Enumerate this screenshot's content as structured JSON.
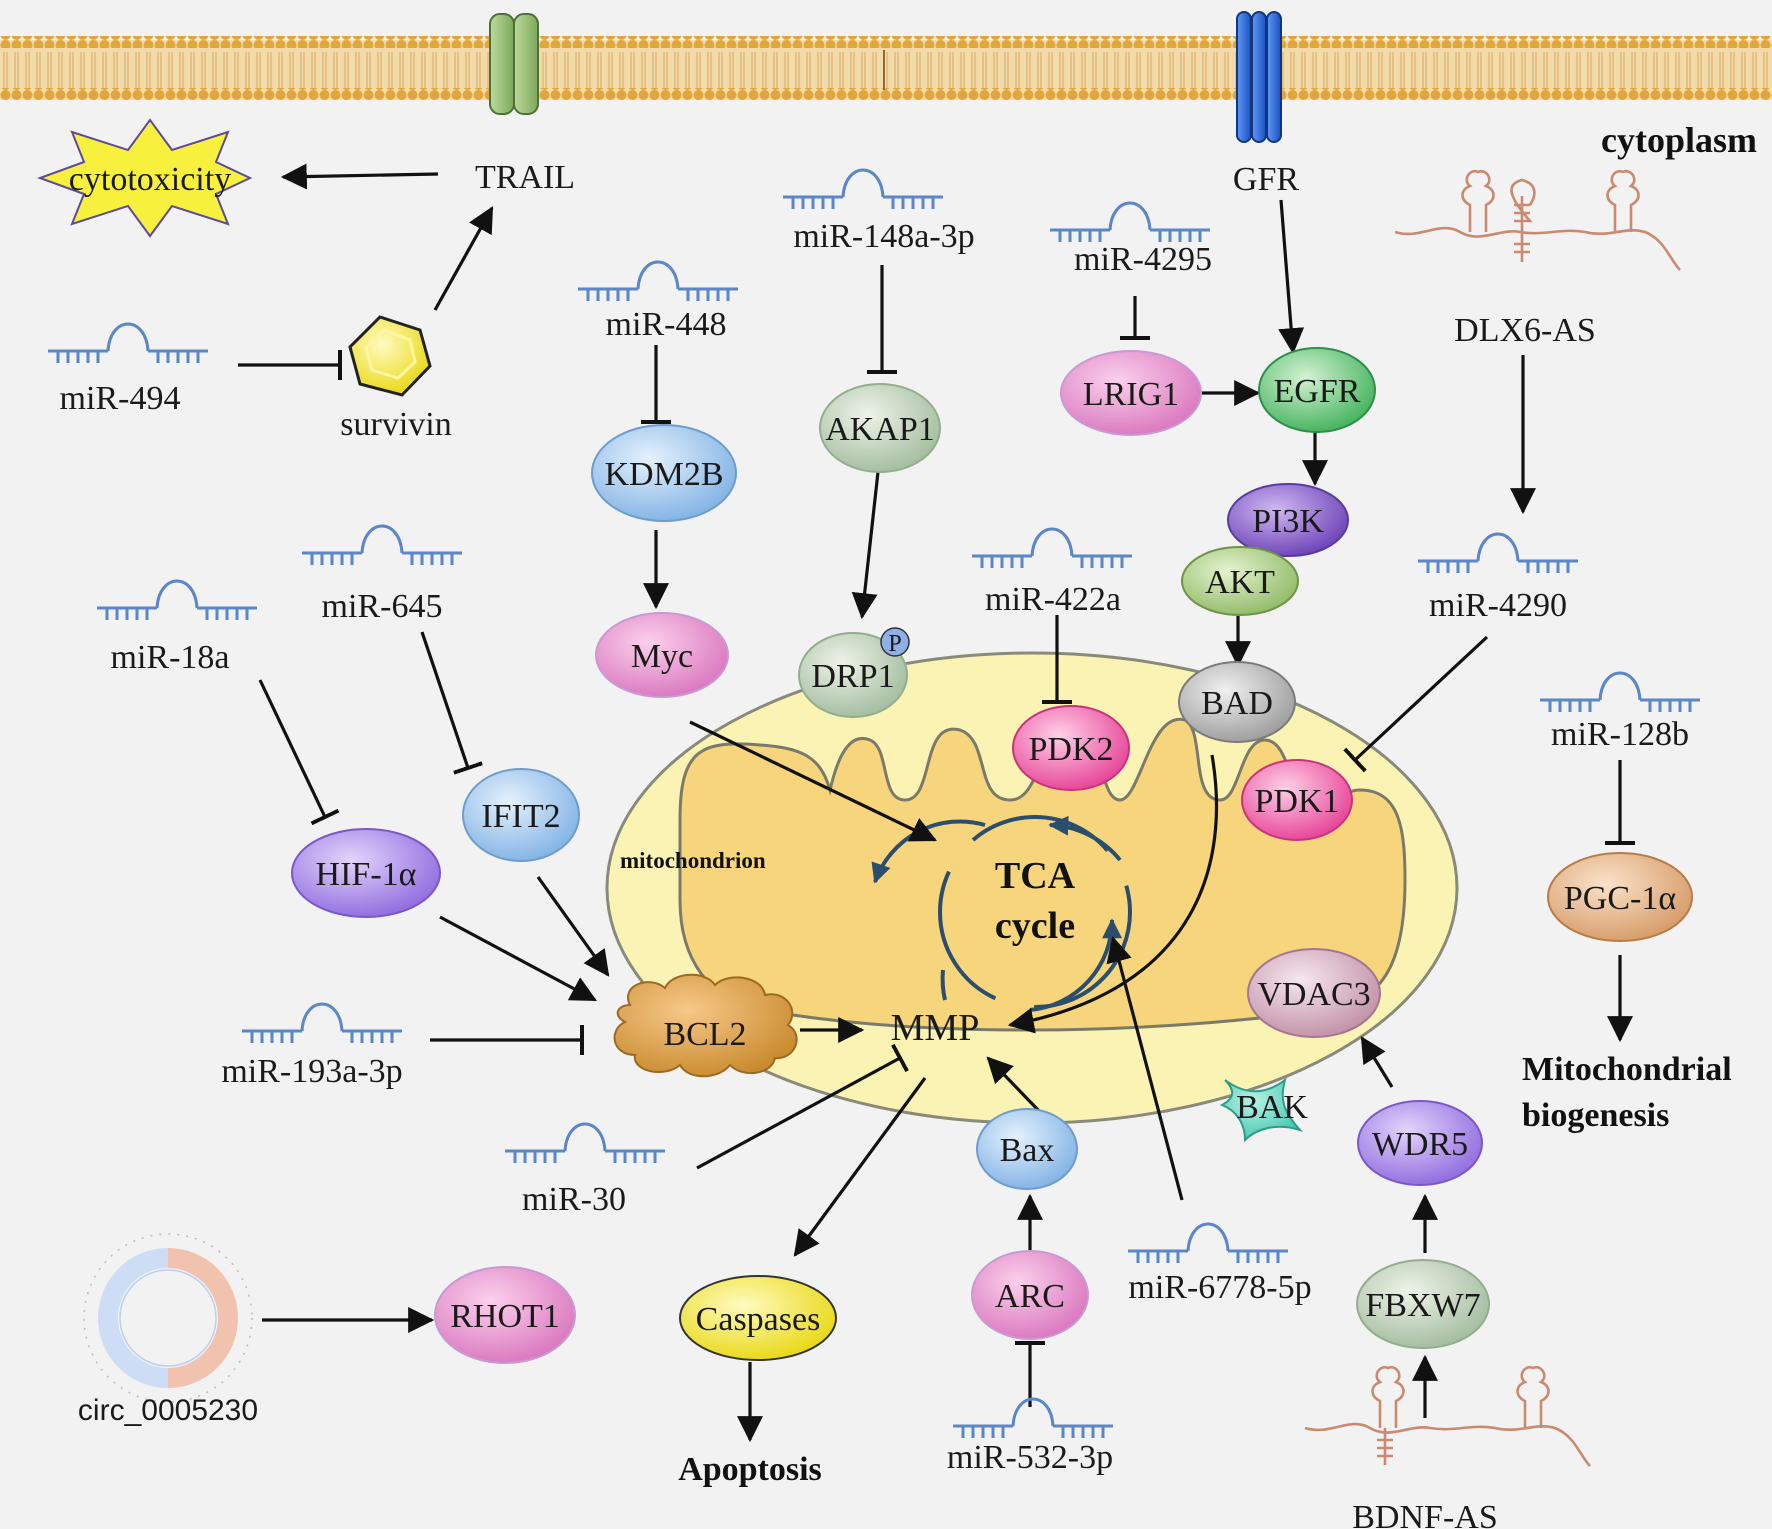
{
  "compartments": {
    "cytoplasm": "cytoplasm",
    "mitochondrion": "mitochondrion"
  },
  "receptors": {
    "trail": "TRAIL",
    "gfr": "GFR"
  },
  "outcomes": {
    "cytotoxicity": "cytotoxicity",
    "apoptosis": "Apoptosis",
    "mito_biogenesis_1": "Mitochondrial",
    "mito_biogenesis_2": "biogenesis"
  },
  "tca": {
    "line1": "TCA",
    "line2": "cycle"
  },
  "mirnas": {
    "mir494": "miR-494",
    "mir448": "miR-448",
    "mir148a": "miR-148a-3p",
    "mir4295": "miR-4295",
    "mir18a": "miR-18a",
    "mir645": "miR-645",
    "mir422a": "miR-422a",
    "mir4290": "miR-4290",
    "mir128b": "miR-128b",
    "mir193a": "miR-193a-3p",
    "mir30": "miR-30",
    "mir6778": "miR-6778-5p",
    "mir532": "miR-532-3p"
  },
  "lncrnas": {
    "dlx6": "DLX6-AS",
    "bdnf": "BDNF-AS"
  },
  "circrna": {
    "name": "circ_0005230"
  },
  "nodes": {
    "survivin": "survivin",
    "kdm2b": "KDM2B",
    "myc": "Myc",
    "akap1": "AKAP1",
    "drp1": "DRP1",
    "drp1_p": "P",
    "lrig1": "LRIG1",
    "egfr": "EGFR",
    "pi3k": "PI3K",
    "akt": "AKT",
    "bad": "BAD",
    "pdk2": "PDK2",
    "pdk1": "PDK1",
    "pgc1a": "PGC-1α",
    "hif1a": "HIF-1α",
    "ifit2": "IFIT2",
    "bcl2": "BCL2",
    "mmp": "MMP",
    "vdac3": "VDAC3",
    "bak": "BAK",
    "wdr5": "WDR5",
    "fbxw7": "FBXW7",
    "bax": "Bax",
    "arc": "ARC",
    "caspases": "Caspases",
    "rhot1": "RHOT1"
  },
  "colors": {
    "membrane_head": "#e2a43c",
    "membrane_tail": "#f2dba8",
    "trail_green": "#9cc27a",
    "gfr_blue": "#2e6fe0",
    "mirna_blue": "#5b86c8",
    "mito_outer": "#fbf3b4",
    "mito_inner": "#f7d57c",
    "star_yellow": "#f7f03c"
  }
}
